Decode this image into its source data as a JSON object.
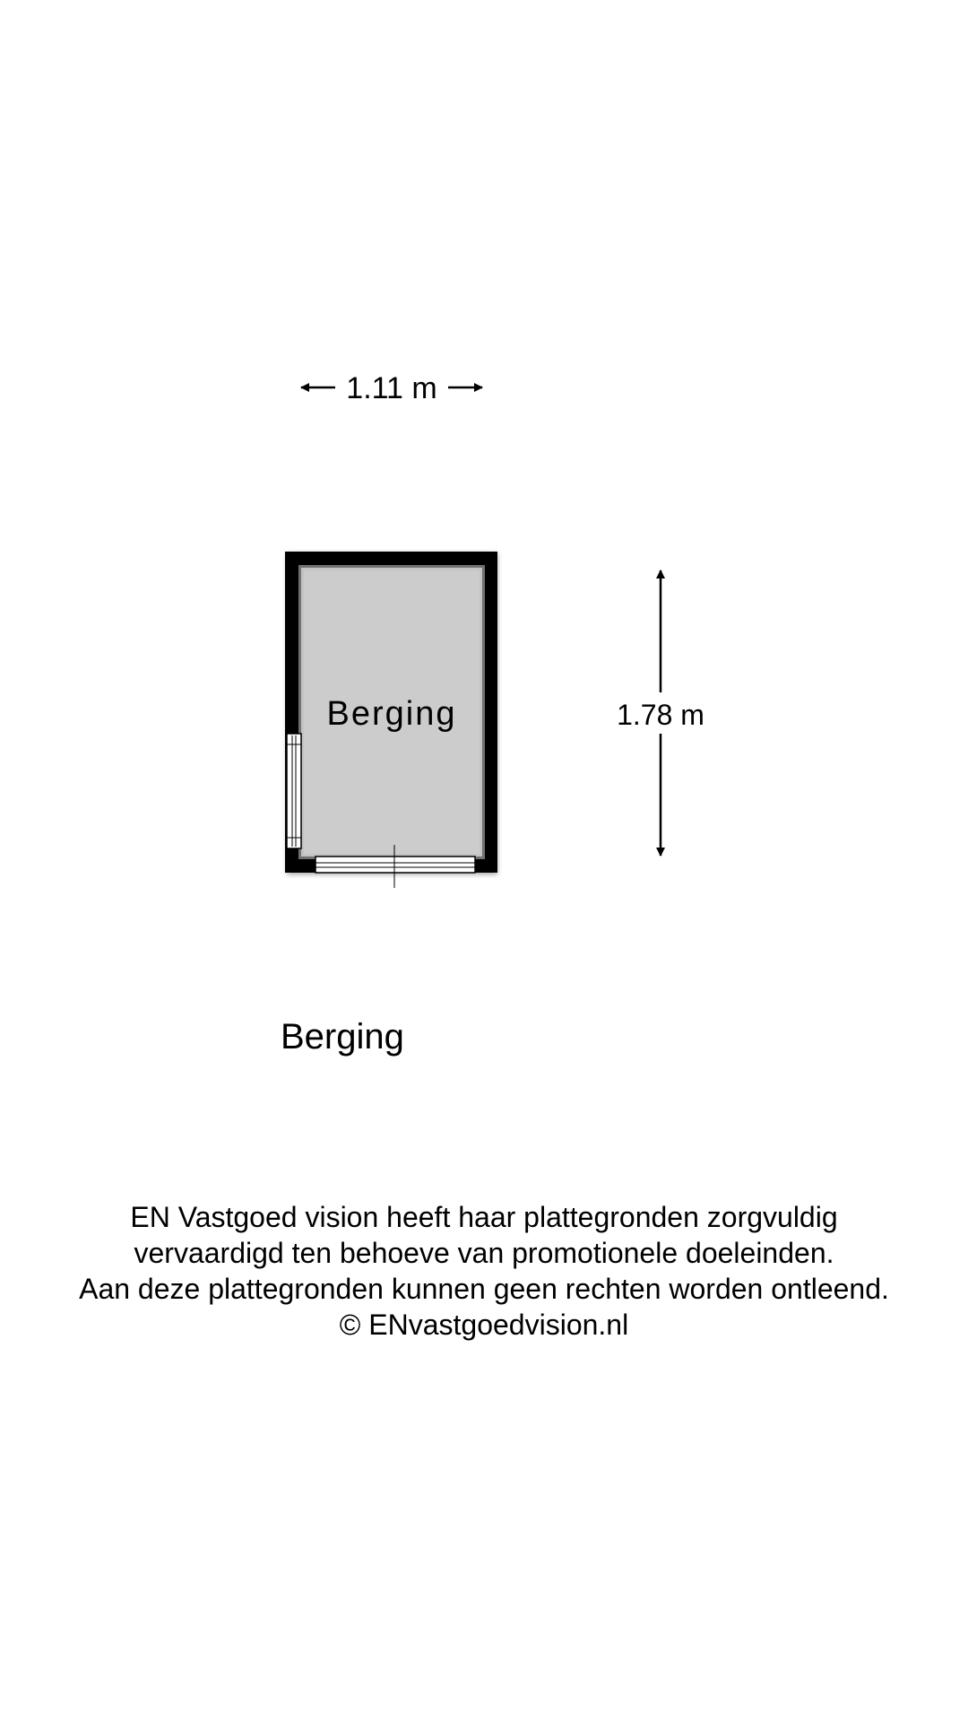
{
  "floorplan": {
    "room_label": "Berging",
    "width_label": "1.11 m",
    "height_label": "1.78 m",
    "colors": {
      "wall": "#000000",
      "floor": "#cccccc",
      "window_frame": "#ffffff"
    }
  },
  "floor_title": "Berging",
  "disclaimer": {
    "line1": "EN Vastgoed vision heeft haar plattegronden zorgvuldig",
    "line2": "vervaardigd ten behoeve van promotionele doeleinden.",
    "line3": "Aan deze plattegronden kunnen geen rechten worden ontleend.",
    "line4": "© ENvastgoedvision.nl"
  }
}
